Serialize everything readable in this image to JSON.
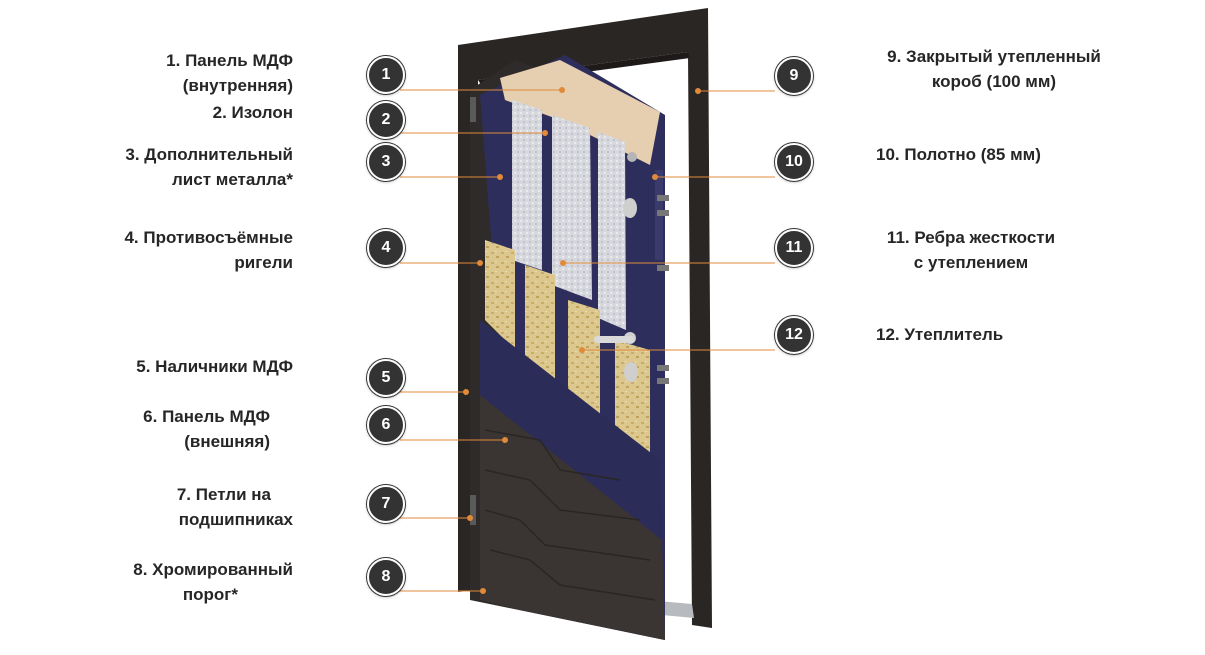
{
  "callouts": [
    {
      "num": "1",
      "lines": [
        "1. Панель МДФ",
        "(внутренняя)"
      ]
    },
    {
      "num": "2",
      "lines": [
        "2. Изолон"
      ]
    },
    {
      "num": "3",
      "lines": [
        "3. Дополнительный",
        "лист металла*"
      ]
    },
    {
      "num": "4",
      "lines": [
        "4. Противосъёмные",
        "ригели"
      ]
    },
    {
      "num": "5",
      "lines": [
        "5. Наличники МДФ"
      ]
    },
    {
      "num": "6",
      "lines": [
        "6. Панель МДФ",
        "(внешняя)"
      ]
    },
    {
      "num": "7",
      "lines": [
        "7. Петли на",
        "подшипниках"
      ]
    },
    {
      "num": "8",
      "lines": [
        "8. Хромированный",
        "порог*"
      ]
    },
    {
      "num": "9",
      "lines": [
        "9. Закрытый утепленный",
        "короб (100 мм)"
      ]
    },
    {
      "num": "10",
      "lines": [
        "10. Полотно (85 мм)"
      ]
    },
    {
      "num": "11",
      "lines": [
        "11. Ребра жесткости",
        "с утеплением"
      ]
    },
    {
      "num": "12",
      "lines": [
        "12. Утеплитель"
      ]
    }
  ],
  "colors": {
    "frame": "#2a2624",
    "door_blue": "#2d2e5c",
    "mdf_inner": "#e6ceb0",
    "insulation": "#d9c48a",
    "leader": "#e08a3a",
    "badge": "#333333"
  }
}
